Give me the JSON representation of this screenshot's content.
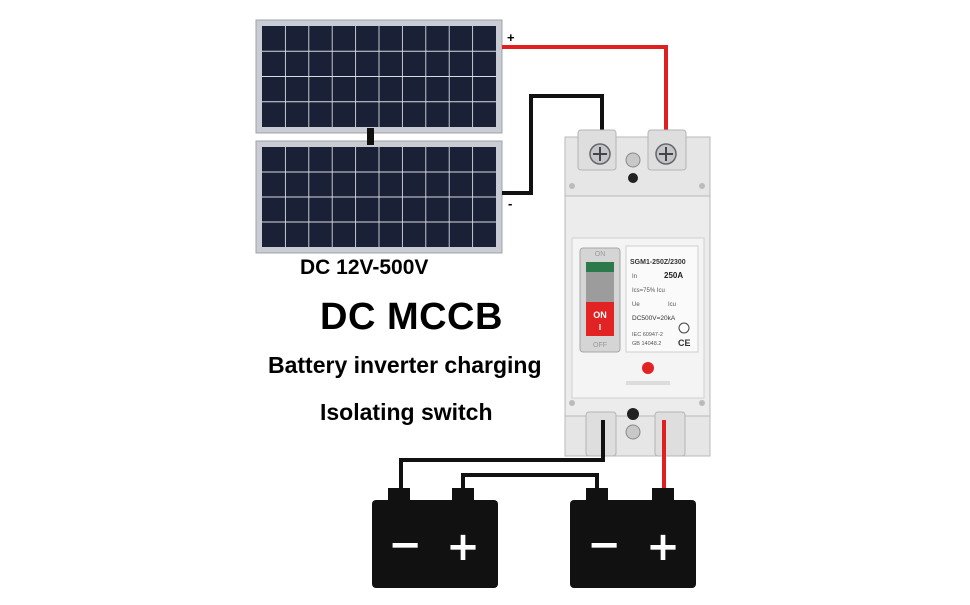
{
  "diagram": {
    "voltage_range": "DC 12V-500V",
    "product_title": "DC MCCB",
    "subtitle_line_1": "Battery inverter charging",
    "subtitle_line_2": "Isolating switch",
    "panel_positive_sign": "+",
    "panel_negative_sign": "-"
  },
  "breaker": {
    "label_on_top": "ON",
    "handle_on": "ON",
    "handle_i": "I",
    "label_off_bottom": "OFF",
    "model": "SGM1-250Z/2300",
    "rating_label": "In",
    "rating": "250A",
    "ics_label": "Ics=75% Icu",
    "ue_label": "Ue",
    "icu_label": "Icu",
    "dc_rating": "DC500V=20kA",
    "standard_1": "IEC 60947-2",
    "standard_2": "GB 14048.2",
    "ce_mark": "CE"
  },
  "batteries": [
    {
      "minus": "−",
      "plus": "+"
    },
    {
      "minus": "−",
      "plus": "+"
    }
  ],
  "colors": {
    "positive_wire": "#e02020",
    "negative_wire": "#111111",
    "solar_cell": "#1a2036",
    "solar_frame": "#c9ccd2",
    "breaker_body": "#ececec",
    "breaker_handle_red": "#e22323",
    "battery": "#111111"
  }
}
